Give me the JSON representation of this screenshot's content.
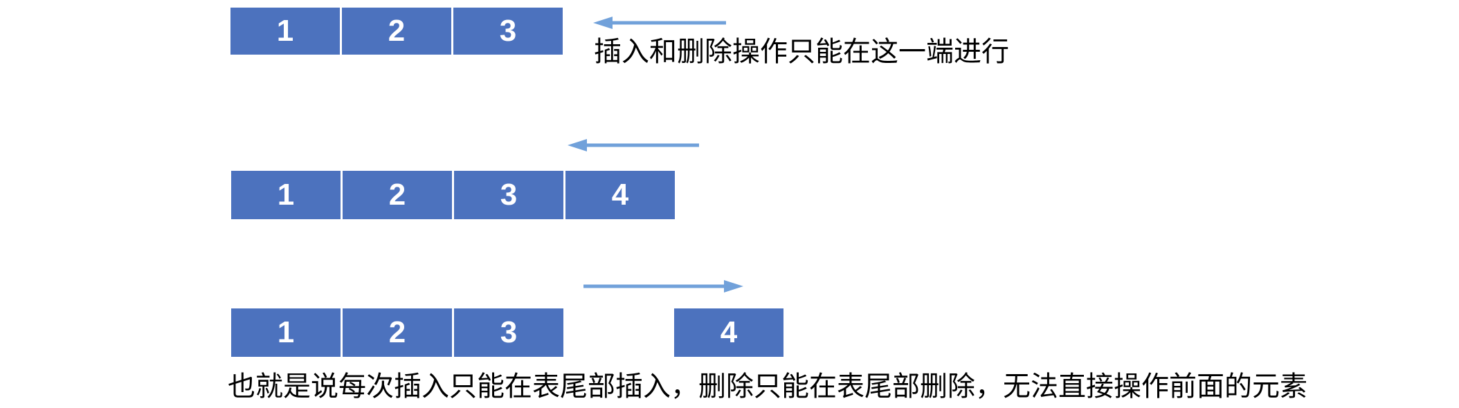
{
  "colors": {
    "box_fill": "#4C72BE",
    "box_number": "#FFFFFF",
    "arrow": "#71A1DA",
    "caption_text": "#000000",
    "background": "#FFFFFF"
  },
  "figure": {
    "top_row": {
      "cells": [
        "1",
        "2",
        "3"
      ],
      "arrow_direction": "left",
      "caption": "插入和删除操作只能在这一端进行"
    },
    "middle_row": {
      "cells": [
        "1",
        "2",
        "3",
        "4"
      ],
      "arrow_direction": "left"
    },
    "bottom_row": {
      "cells": [
        "1",
        "2",
        "3"
      ],
      "detached_cell": "4",
      "arrow_direction": "right"
    },
    "footer_caption": "也就是说每次插入只能在表尾部插入，删除只能在表尾部删除，无法直接操作前面的元素"
  }
}
